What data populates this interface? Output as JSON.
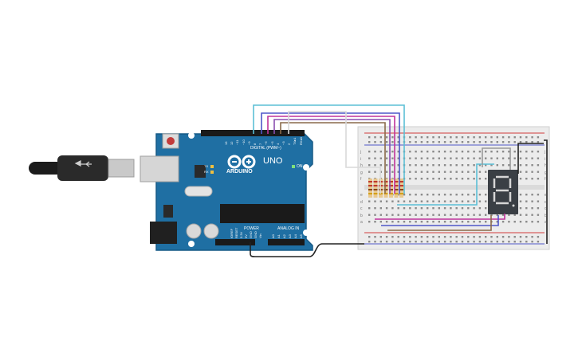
{
  "canvas": {
    "title": ""
  },
  "arduino": {
    "brand_text": "ARDUINO",
    "model_text": "UNO",
    "digital_label": "DIGITAL (PWM~)",
    "power_label": "POWER",
    "analog_label": "ANALOG IN",
    "on_label": "ON",
    "tx_label": "TX",
    "rx_label": "RX",
    "aref_label": "AREF",
    "gnd_label": "GND",
    "digital_pins": [
      "13",
      "12",
      "~11",
      "~10",
      "~9",
      "8",
      "7",
      "~6",
      "~5",
      "4",
      "~3",
      "2",
      "TX▸1",
      "RX◂0"
    ],
    "power_pins": [
      "IOREF",
      "RESET",
      "3.3V",
      "5V",
      "GND",
      "GND",
      "Vin"
    ],
    "analog_pins": [
      "A0",
      "A1",
      "A2",
      "A3",
      "A4",
      "A5"
    ],
    "board_color": "#1f6fa3"
  },
  "usb_cable": {
    "icon": "usb-plug-icon"
  },
  "breadboard": {
    "row_labels": [
      "j",
      "i",
      "h",
      "g",
      "f",
      "e",
      "d",
      "c",
      "b",
      "a"
    ],
    "rail_plus": "+",
    "rail_minus": "−"
  },
  "seven_segment": {
    "digit_shown": "8",
    "color": "#3a3f45"
  },
  "wire_colors": {
    "cyan": "#5bbfd6",
    "magenta": "#c0339b",
    "blue": "#4f57c8",
    "purple": "#8a4fb0",
    "brown": "#8a6a4a",
    "grey": "#9a9a9a",
    "black": "#222222",
    "red": "#d23b3b"
  }
}
